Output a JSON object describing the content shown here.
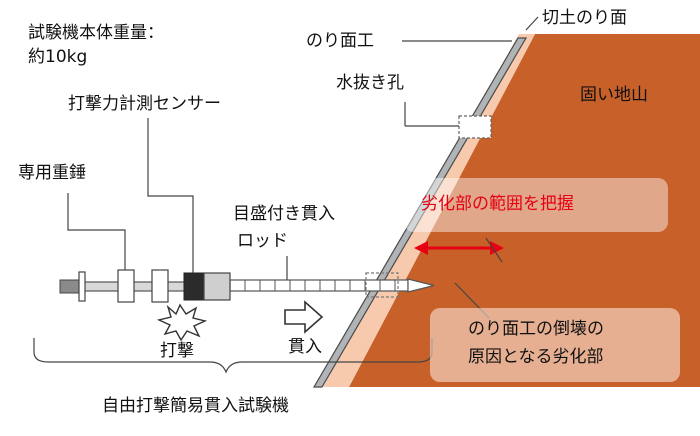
{
  "labels": {
    "weight_title": "試験機本体重量：",
    "weight_value": "約10kg",
    "sensor": "打撃力計測センサー",
    "hammer": "専用重錘",
    "rod_line1": "目盛付き貫入",
    "rod_line2": "ロッド",
    "strike": "打撃",
    "penetrate": "貫入",
    "apparatus": "自由打撃簡易貫入試験機",
    "facing": "のり面工",
    "drain_hole": "水抜き孔",
    "cut_slope": "切土のり面",
    "hard_ground": "固い地山",
    "deteriorated_range": "劣化部の範囲を把握",
    "cause_line1": "のり面工の倒壊の",
    "cause_line2": "原因となる劣化部"
  },
  "colors": {
    "bedrock": "#c8602a",
    "weathered": "#f7c9ad",
    "facing": "#b0b4b6",
    "arrow_red": "#e60012",
    "sensor": "#2b2b2b"
  }
}
